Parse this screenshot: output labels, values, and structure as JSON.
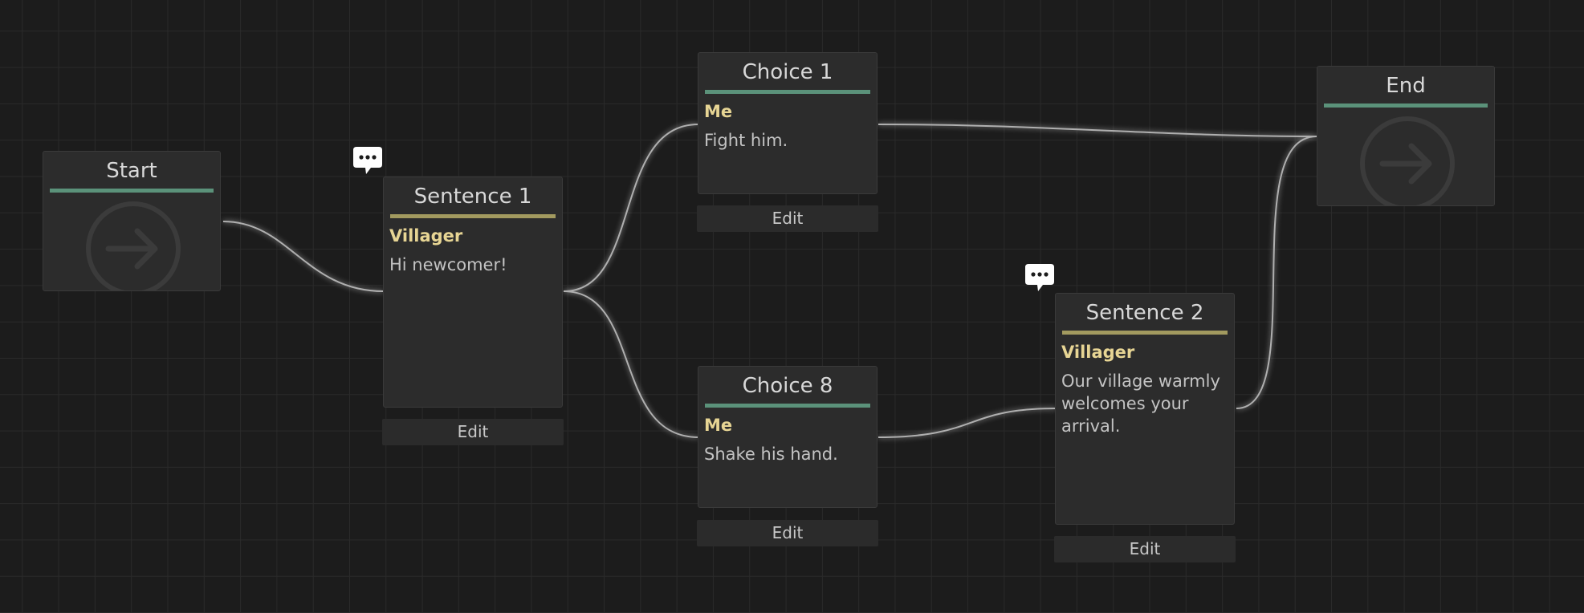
{
  "graph": {
    "start": {
      "title": "Start"
    },
    "end": {
      "title": "End"
    },
    "sentence1": {
      "title": "Sentence 1",
      "speaker": "Villager",
      "text": "Hi newcomer!",
      "edit": "Edit"
    },
    "choice1": {
      "title": "Choice 1",
      "speaker": "Me",
      "text": "Fight him.",
      "edit": "Edit"
    },
    "choice8": {
      "title": "Choice 8",
      "speaker": "Me",
      "text": "Shake his hand.",
      "edit": "Edit"
    },
    "sentence2": {
      "title": "Sentence 2",
      "speaker": "Villager",
      "text": "Our village warmly welcomes your arrival.",
      "edit": "Edit"
    }
  },
  "icons": {
    "start_icon": "arrow-right-circle-icon",
    "end_icon": "arrow-right-circle-icon",
    "sentence_comment_icon": "speech-bubble-icon"
  },
  "colors": {
    "background": "#1c1c1c",
    "grid": "#2a2a2a",
    "node": "#2c2c2c",
    "terminal_bar": "#5b927a",
    "sentence_bar": "#a29a5f",
    "speaker": "#e7d594",
    "link": "#c9c9c9"
  }
}
